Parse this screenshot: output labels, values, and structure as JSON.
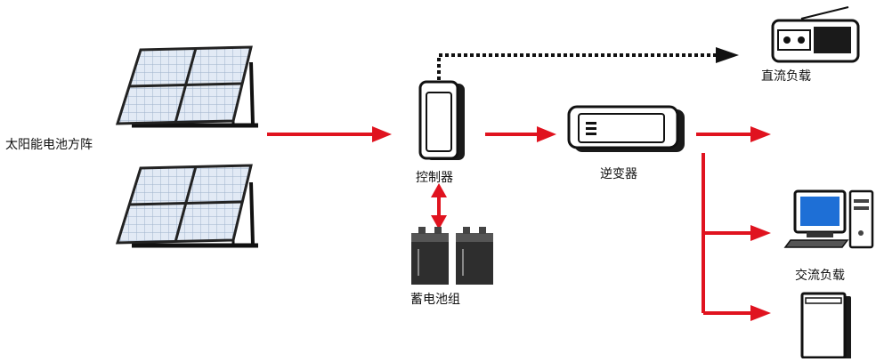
{
  "labels": {
    "solar_array": "太阳能电池方阵",
    "controller": "控制器",
    "battery_bank": "蓄电池组",
    "inverter": "逆变器",
    "dc_load": "直流负载",
    "ac_load": "交流负载"
  },
  "colors": {
    "flow_arrow": "#e0131f",
    "dc_dotted_line": "#111111",
    "panel_cell": "#dfe8f4",
    "device_outline": "#111111",
    "monitor_screen": "#1e6fd6"
  }
}
